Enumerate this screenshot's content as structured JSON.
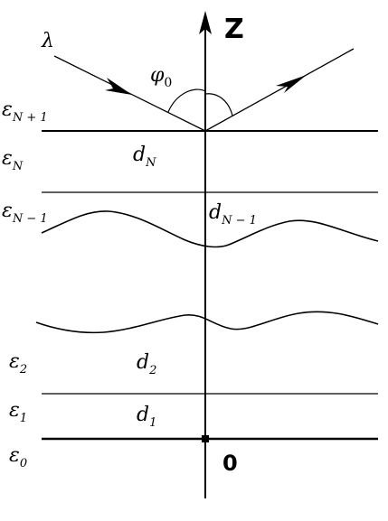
{
  "axis": {
    "label": "Z",
    "origin": "0"
  },
  "incident": {
    "wavelength_symbol": "λ",
    "angle_symbol": "φ",
    "angle_sub": "0"
  },
  "media": [
    {
      "sym": "ε",
      "sub": "N + 1"
    },
    {
      "sym": "ε",
      "sub": "N"
    },
    {
      "sym": "ε",
      "sub": "N − 1"
    },
    {
      "sym": "ε",
      "sub": "2"
    },
    {
      "sym": "ε",
      "sub": "1"
    },
    {
      "sym": "ε",
      "sub": "0"
    }
  ],
  "thicknesses": [
    {
      "sym": "d",
      "sub": "N"
    },
    {
      "sym": "d",
      "sub": "N − 1"
    },
    {
      "sym": "d",
      "sub": "2"
    },
    {
      "sym": "d",
      "sub": "1"
    }
  ],
  "colors": {
    "line": "#000000",
    "background": "#ffffff"
  }
}
